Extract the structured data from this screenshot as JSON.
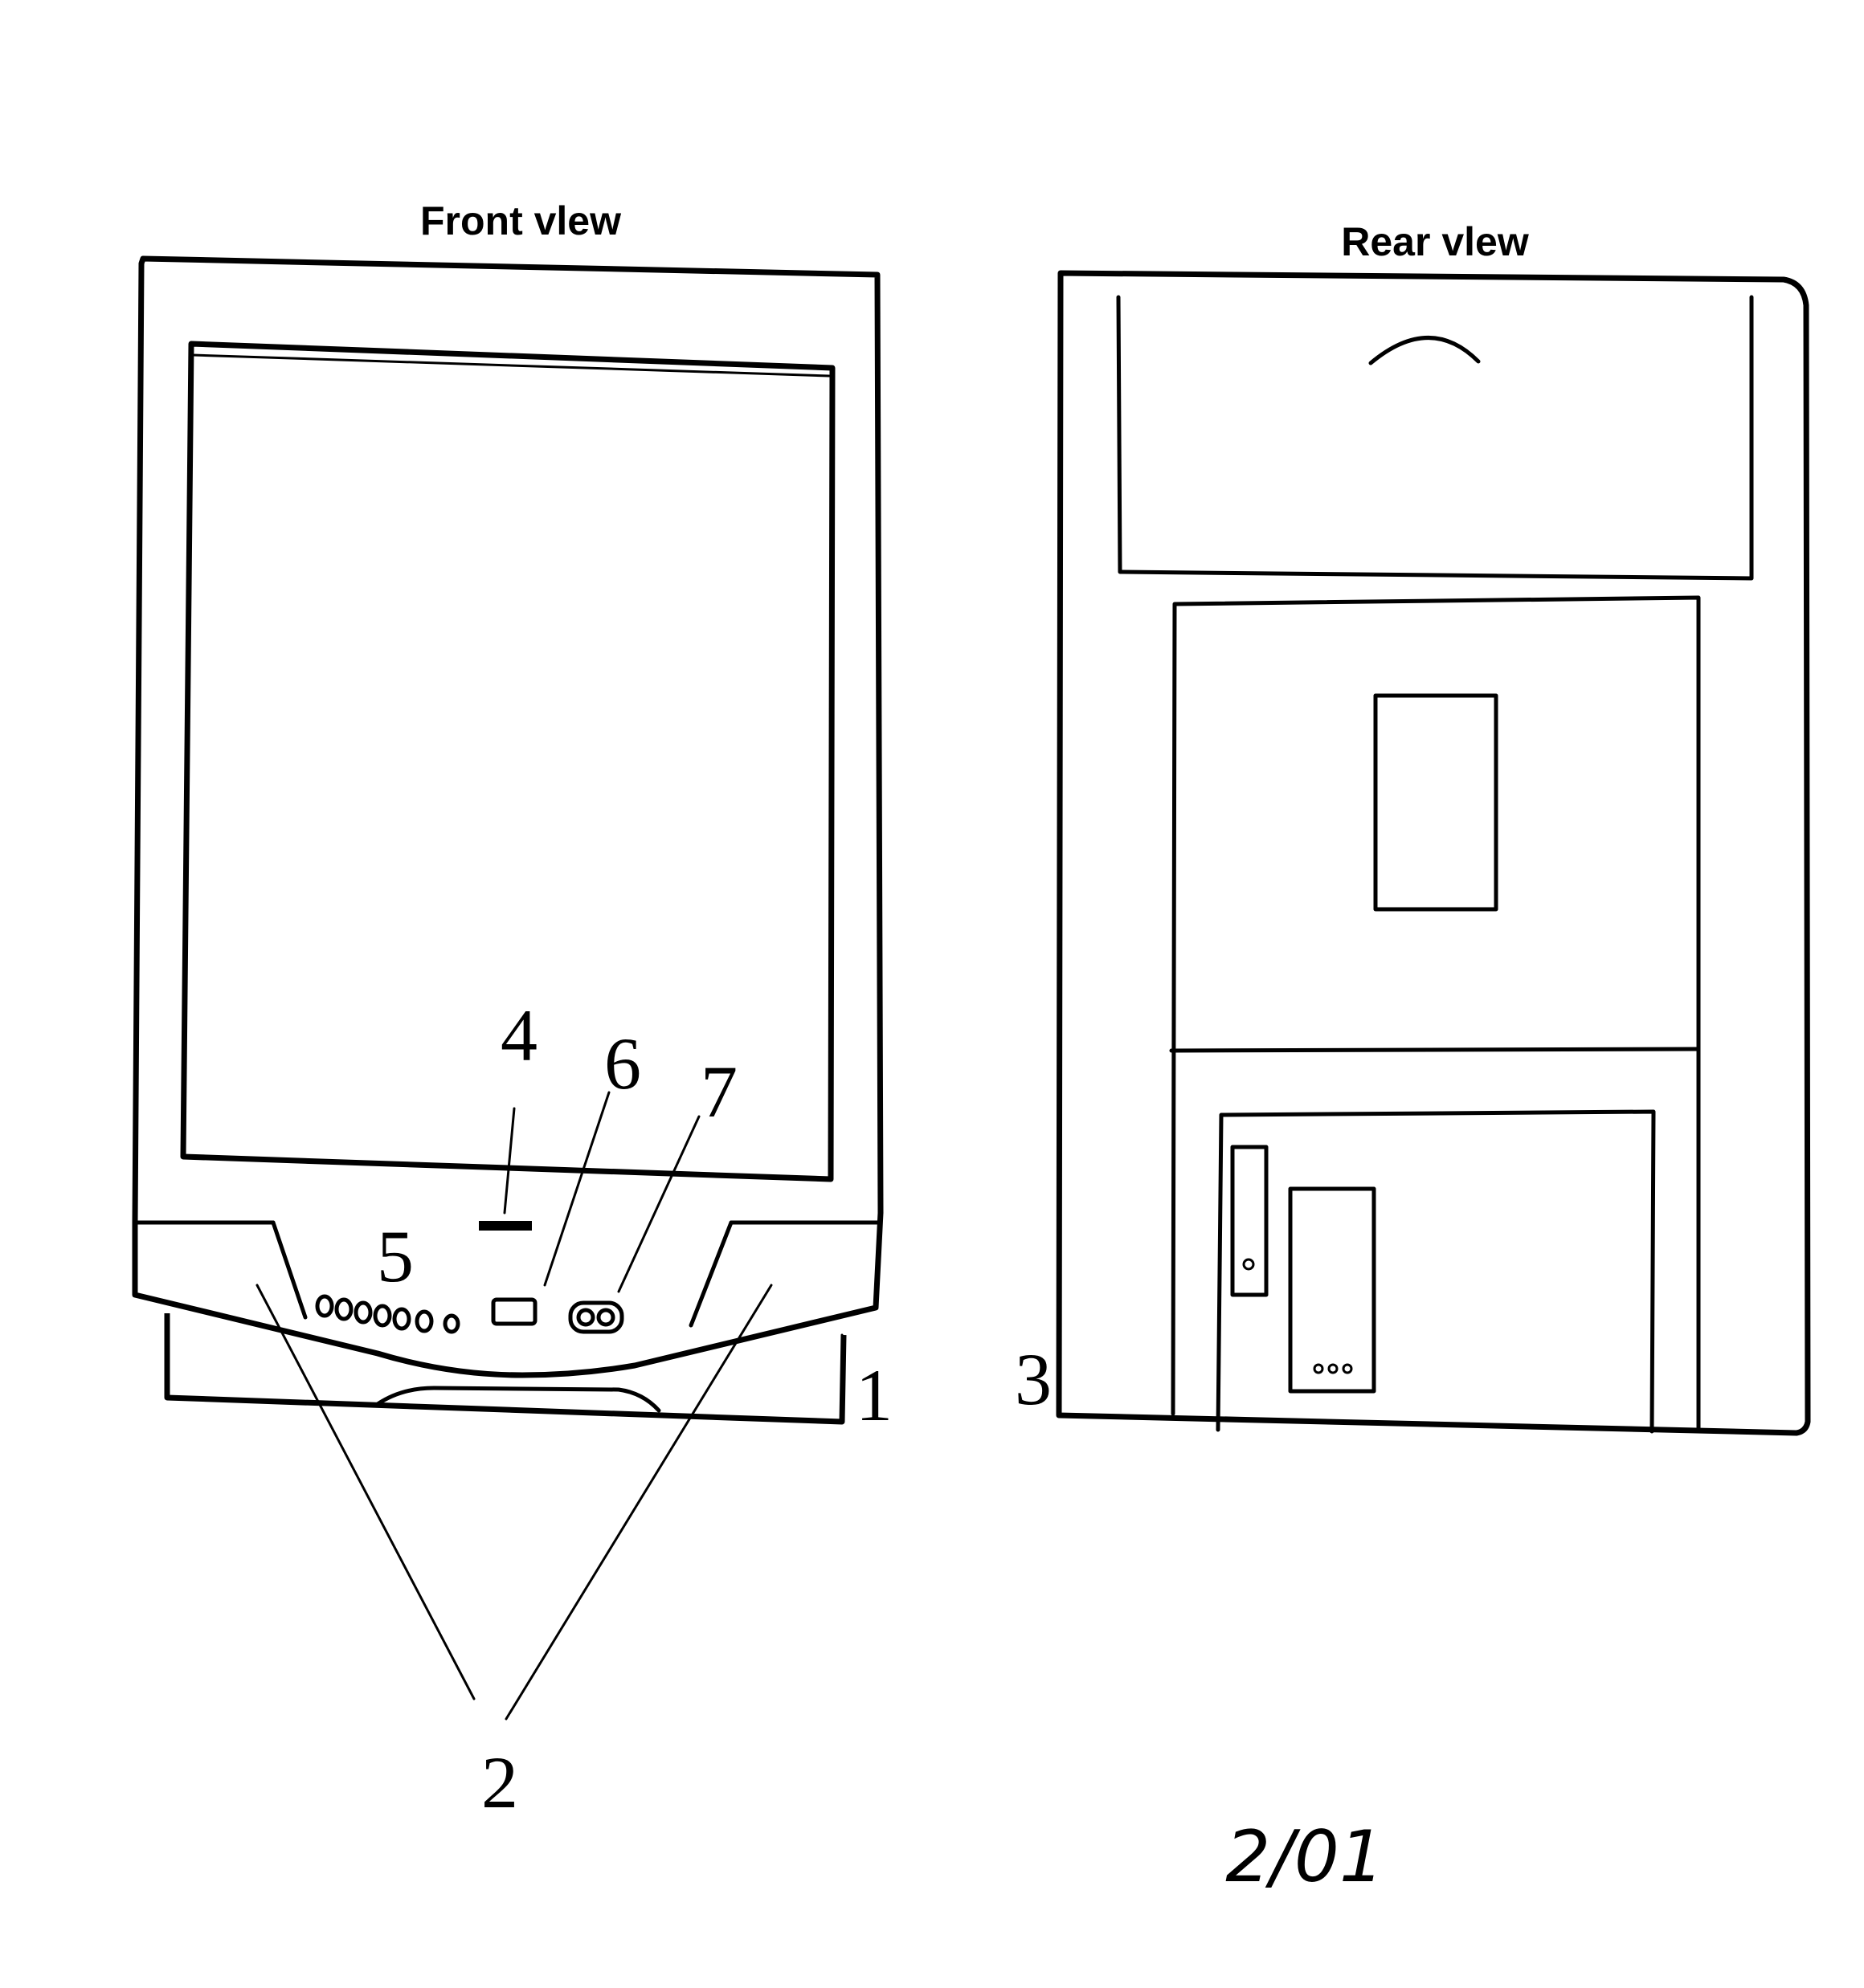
{
  "views": {
    "front_title": "Front vlew",
    "rear_title": "Rear vlew"
  },
  "callouts": {
    "c1": "1",
    "c2": "2",
    "c3": "3",
    "c4": "4",
    "c5": "5",
    "c6": "6",
    "c7": "7"
  },
  "page_number": "2/01"
}
